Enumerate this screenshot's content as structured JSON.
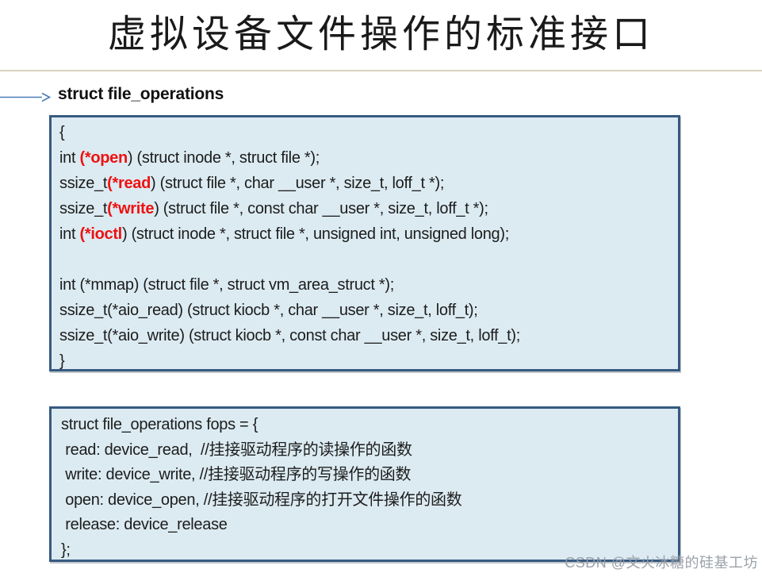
{
  "title": {
    "text": "虚拟设备文件操作的标准接口",
    "color": "#1a1a1a"
  },
  "section": {
    "heading": "struct file_operations"
  },
  "colors": {
    "box_background": "#dcebf2",
    "box_border": "#365a81",
    "function_red": "#ee1111",
    "arrow_blue": "#4a7cb8",
    "divider_tan": "#d8d3bd",
    "watermark_gray": "#949aa3"
  },
  "box1": {
    "lines": [
      {
        "pre": "{",
        "red": "",
        "post": ""
      },
      {
        "pre": "int ",
        "red": "(*open",
        "post": ") (struct inode *, struct file *);"
      },
      {
        "pre": "ssize_t",
        "red": "(*read",
        "post": ") (struct file *, char __user *, size_t, loff_t *);"
      },
      {
        "pre": "ssize_t",
        "red": "(*write",
        "post": ") (struct file *, const char __user *, size_t, loff_t *);"
      },
      {
        "pre": "int ",
        "red": "(*ioctl",
        "post": ") (struct inode *, struct file *, unsigned int, unsigned long);"
      },
      {
        "pre": "",
        "red": "",
        "post": ""
      },
      {
        "pre": "int (*mmap) (struct file *, struct vm_area_struct *);",
        "red": "",
        "post": ""
      },
      {
        "pre": "ssize_t(*aio_read) (struct kiocb *, char __user *, size_t, loff_t);",
        "red": "",
        "post": ""
      },
      {
        "pre": "ssize_t(*aio_write) (struct kiocb *, const char __user *, size_t, loff_t);",
        "red": "",
        "post": ""
      },
      {
        "pre": "}",
        "red": "",
        "post": ""
      }
    ]
  },
  "box2": {
    "lines": [
      {
        "text": "struct file_operations fops = {"
      },
      {
        "text": " read: device_read,  //挂接驱动程序的读操作的函数"
      },
      {
        "text": " write: device_write, //挂接驱动程序的写操作的函数"
      },
      {
        "text": " open: device_open, //挂接驱动程序的打开文件操作的函数"
      },
      {
        "text": " release: device_release"
      },
      {
        "text": "};"
      }
    ]
  },
  "watermark": {
    "text": "CSDN @文火冰糖的硅基工坊"
  }
}
